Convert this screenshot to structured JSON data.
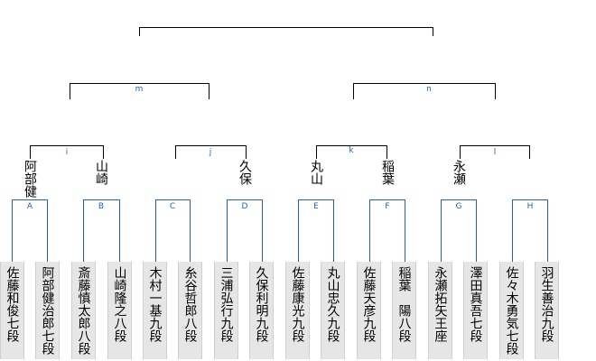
{
  "players": [
    "佐藤和俊七段",
    "阿部健治郎七段",
    "斎藤慎太郎八段",
    "山崎隆之八段",
    "木村一基九段",
    "糸谷哲郎八段",
    "三浦弘行九段",
    "久保利明九段",
    "佐藤康光九段",
    "丸山忠久九段",
    "佐藤天彦九段",
    "稲葉　陽八段",
    "永瀬拓矢王座",
    "澤田真吾七段",
    "佐々木勇気七段",
    "羽生善治九段"
  ],
  "round1_matches": [
    "A",
    "B",
    "C",
    "D",
    "E",
    "F",
    "G",
    "H"
  ],
  "round2_matches": [
    "i",
    "j",
    "k",
    "l"
  ],
  "round3_matches": [
    "m",
    "n"
  ],
  "round1_winners": [
    {
      "match": "A",
      "name": "阿部健"
    },
    {
      "match": "B",
      "name": "山崎"
    },
    {
      "match": "D",
      "name": "久保"
    },
    {
      "match": "E",
      "name": "丸山"
    },
    {
      "match": "F",
      "name": "稲葉"
    },
    {
      "match": "G",
      "name": "永瀬"
    }
  ],
  "colors": {
    "line": "#000000",
    "label": "#1f5fbf",
    "box": "#e6e6e6"
  }
}
